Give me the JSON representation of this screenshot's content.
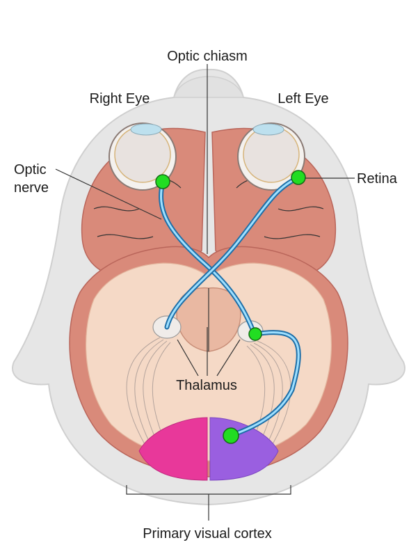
{
  "labels": {
    "optic_chiasm": "Optic chiasm",
    "right_eye": "Right Eye",
    "left_eye": "Left Eye",
    "optic_nerve_line1": "Optic",
    "optic_nerve_line2": "nerve",
    "retina": "Retina",
    "thalamus": "Thalamus",
    "primary_visual_cortex": "Primary visual cortex"
  },
  "colors": {
    "head": "#e4e4e4",
    "head_edge": "#cfcfcf",
    "cortex": "#d98a7a",
    "cortex_dark": "#b9655a",
    "white_matter": "#f5d9c6",
    "nerve_blue": "#2fa8e6",
    "marker_green": "#22dd22",
    "cortex_right": "#e8389a",
    "cortex_left": "#9a5fe0"
  }
}
